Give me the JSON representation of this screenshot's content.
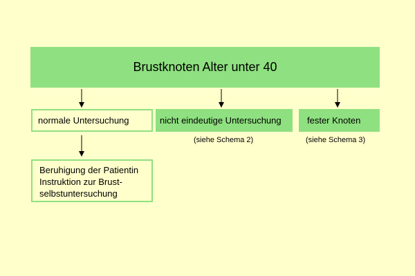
{
  "diagram": {
    "title": "Brustknoten Alter unter 40",
    "branches": {
      "normal": "normale Untersuchung",
      "unclear": "nicht eindeutige Untersuchung",
      "firm": "fester Knoten"
    },
    "notes": {
      "unclear": "(siehe Schema 2)",
      "firm": "(siehe Schema 3)"
    },
    "outcome": {
      "lines": [
        "Beruhigung der Patientin",
        "Instruktion zur Brust-",
        "selbstuntersuchung"
      ]
    }
  },
  "colors": {
    "background": "#ffffcc",
    "box_fill": "#8fe080",
    "arrow": "#000000"
  }
}
